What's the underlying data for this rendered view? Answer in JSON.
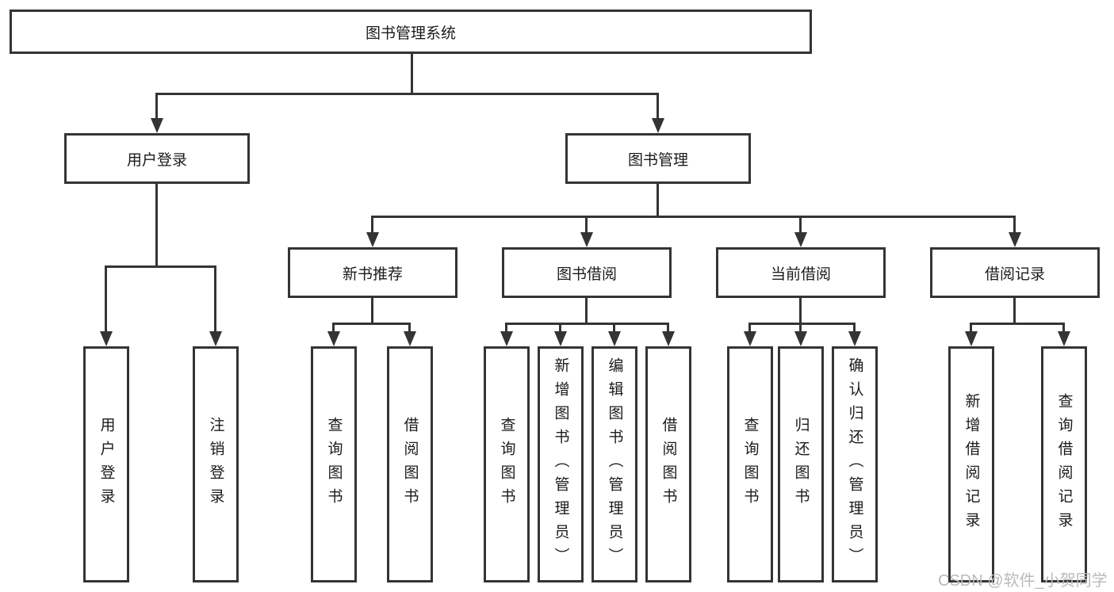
{
  "diagram": {
    "title": "图书管理系统",
    "branches": [
      {
        "label": "用户登录",
        "children": [
          {
            "label": "用户登录"
          },
          {
            "label": "注销登录"
          }
        ]
      },
      {
        "label": "图书管理",
        "sections": [
          {
            "label": "新书推荐",
            "children": [
              {
                "label": "查询图书"
              },
              {
                "label": "借阅图书"
              }
            ]
          },
          {
            "label": "图书借阅",
            "children": [
              {
                "label": "查询图书"
              },
              {
                "label": "新增图书（管理员）"
              },
              {
                "label": "编辑图书（管理员）"
              },
              {
                "label": "借阅图书"
              }
            ]
          },
          {
            "label": "当前借阅",
            "children": [
              {
                "label": "查询图书"
              },
              {
                "label": "归还图书"
              },
              {
                "label": "确认归还（管理员）"
              }
            ]
          },
          {
            "label": "借阅记录",
            "children": [
              {
                "label": "新增借阅记录"
              },
              {
                "label": "查询借阅记录"
              }
            ]
          }
        ]
      }
    ],
    "watermark": "CSDN @软件_小贺同学",
    "colors": {
      "line": "#343434",
      "box_border": "#343434",
      "text": "#1b1b1b",
      "watermark": "#b9babc",
      "background": "#ffffff"
    }
  }
}
